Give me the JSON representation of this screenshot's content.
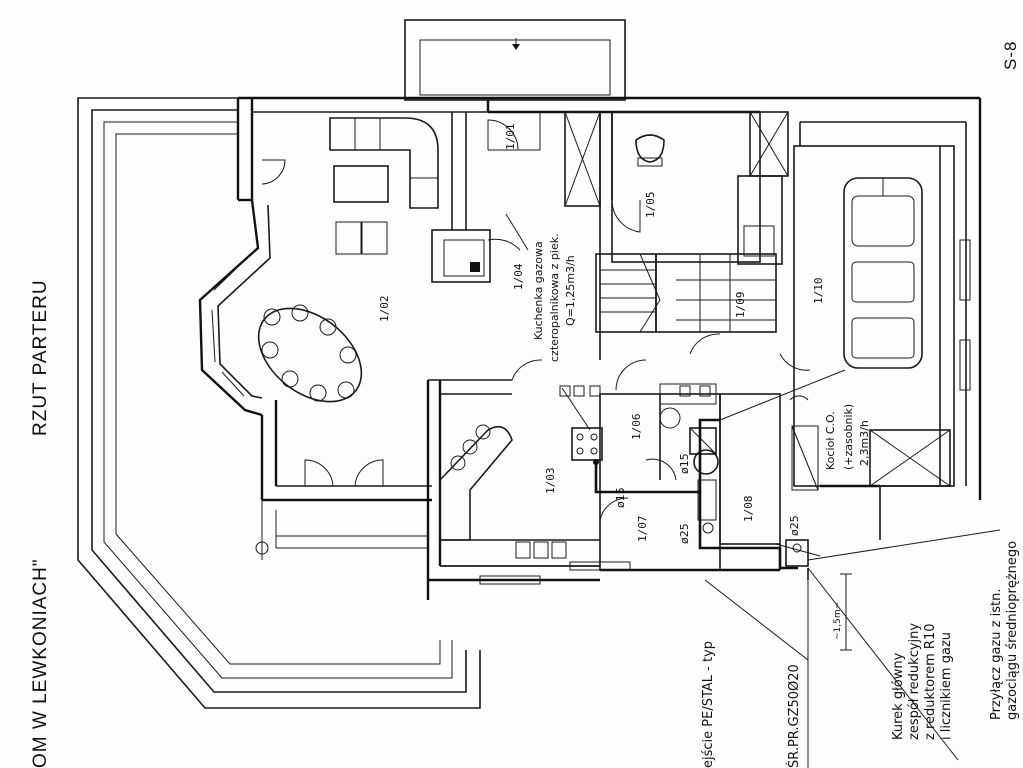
{
  "sheet": {
    "number": "S-8"
  },
  "titles": {
    "plan": "RZUT PARTERU",
    "house": "OM W LEWKONIACH\""
  },
  "rooms": [
    {
      "id": "r101",
      "label": "1/01"
    },
    {
      "id": "r102",
      "label": "1/02"
    },
    {
      "id": "r103",
      "label": "1/03"
    },
    {
      "id": "r104",
      "label": "1/04"
    },
    {
      "id": "r105",
      "label": "1/05"
    },
    {
      "id": "r106",
      "label": "1/06"
    },
    {
      "id": "r107",
      "label": "1/07"
    },
    {
      "id": "r108",
      "label": "1/08"
    },
    {
      "id": "r109",
      "label": "1/09"
    },
    {
      "id": "r110",
      "label": "1/10"
    }
  ],
  "annotations": {
    "stove": [
      "Kuchenka gazowa",
      "czteropalnikowa z piek.",
      "Q=1,25m3/h"
    ],
    "boiler": [
      "Kocioł C.O.",
      "(+zasobnik)",
      "2,3m3/h"
    ],
    "pipe_15a": "ø15",
    "pipe_15b": "ø15",
    "pipe_25a": "ø25",
    "pipe_25b": "ø25",
    "dim": "~1,5m~",
    "main_valve": [
      "Kurek główny",
      "zespół redukcyjny",
      "z reduktorem R10",
      "i licznikiem gazu"
    ],
    "connection": [
      "Przyłącz gazu z istn.",
      "gazociągu średnioprężnego"
    ],
    "material": "ejście PE/STAL  - typ",
    "pr": "ŚR.PR.GZ50Ø20"
  }
}
